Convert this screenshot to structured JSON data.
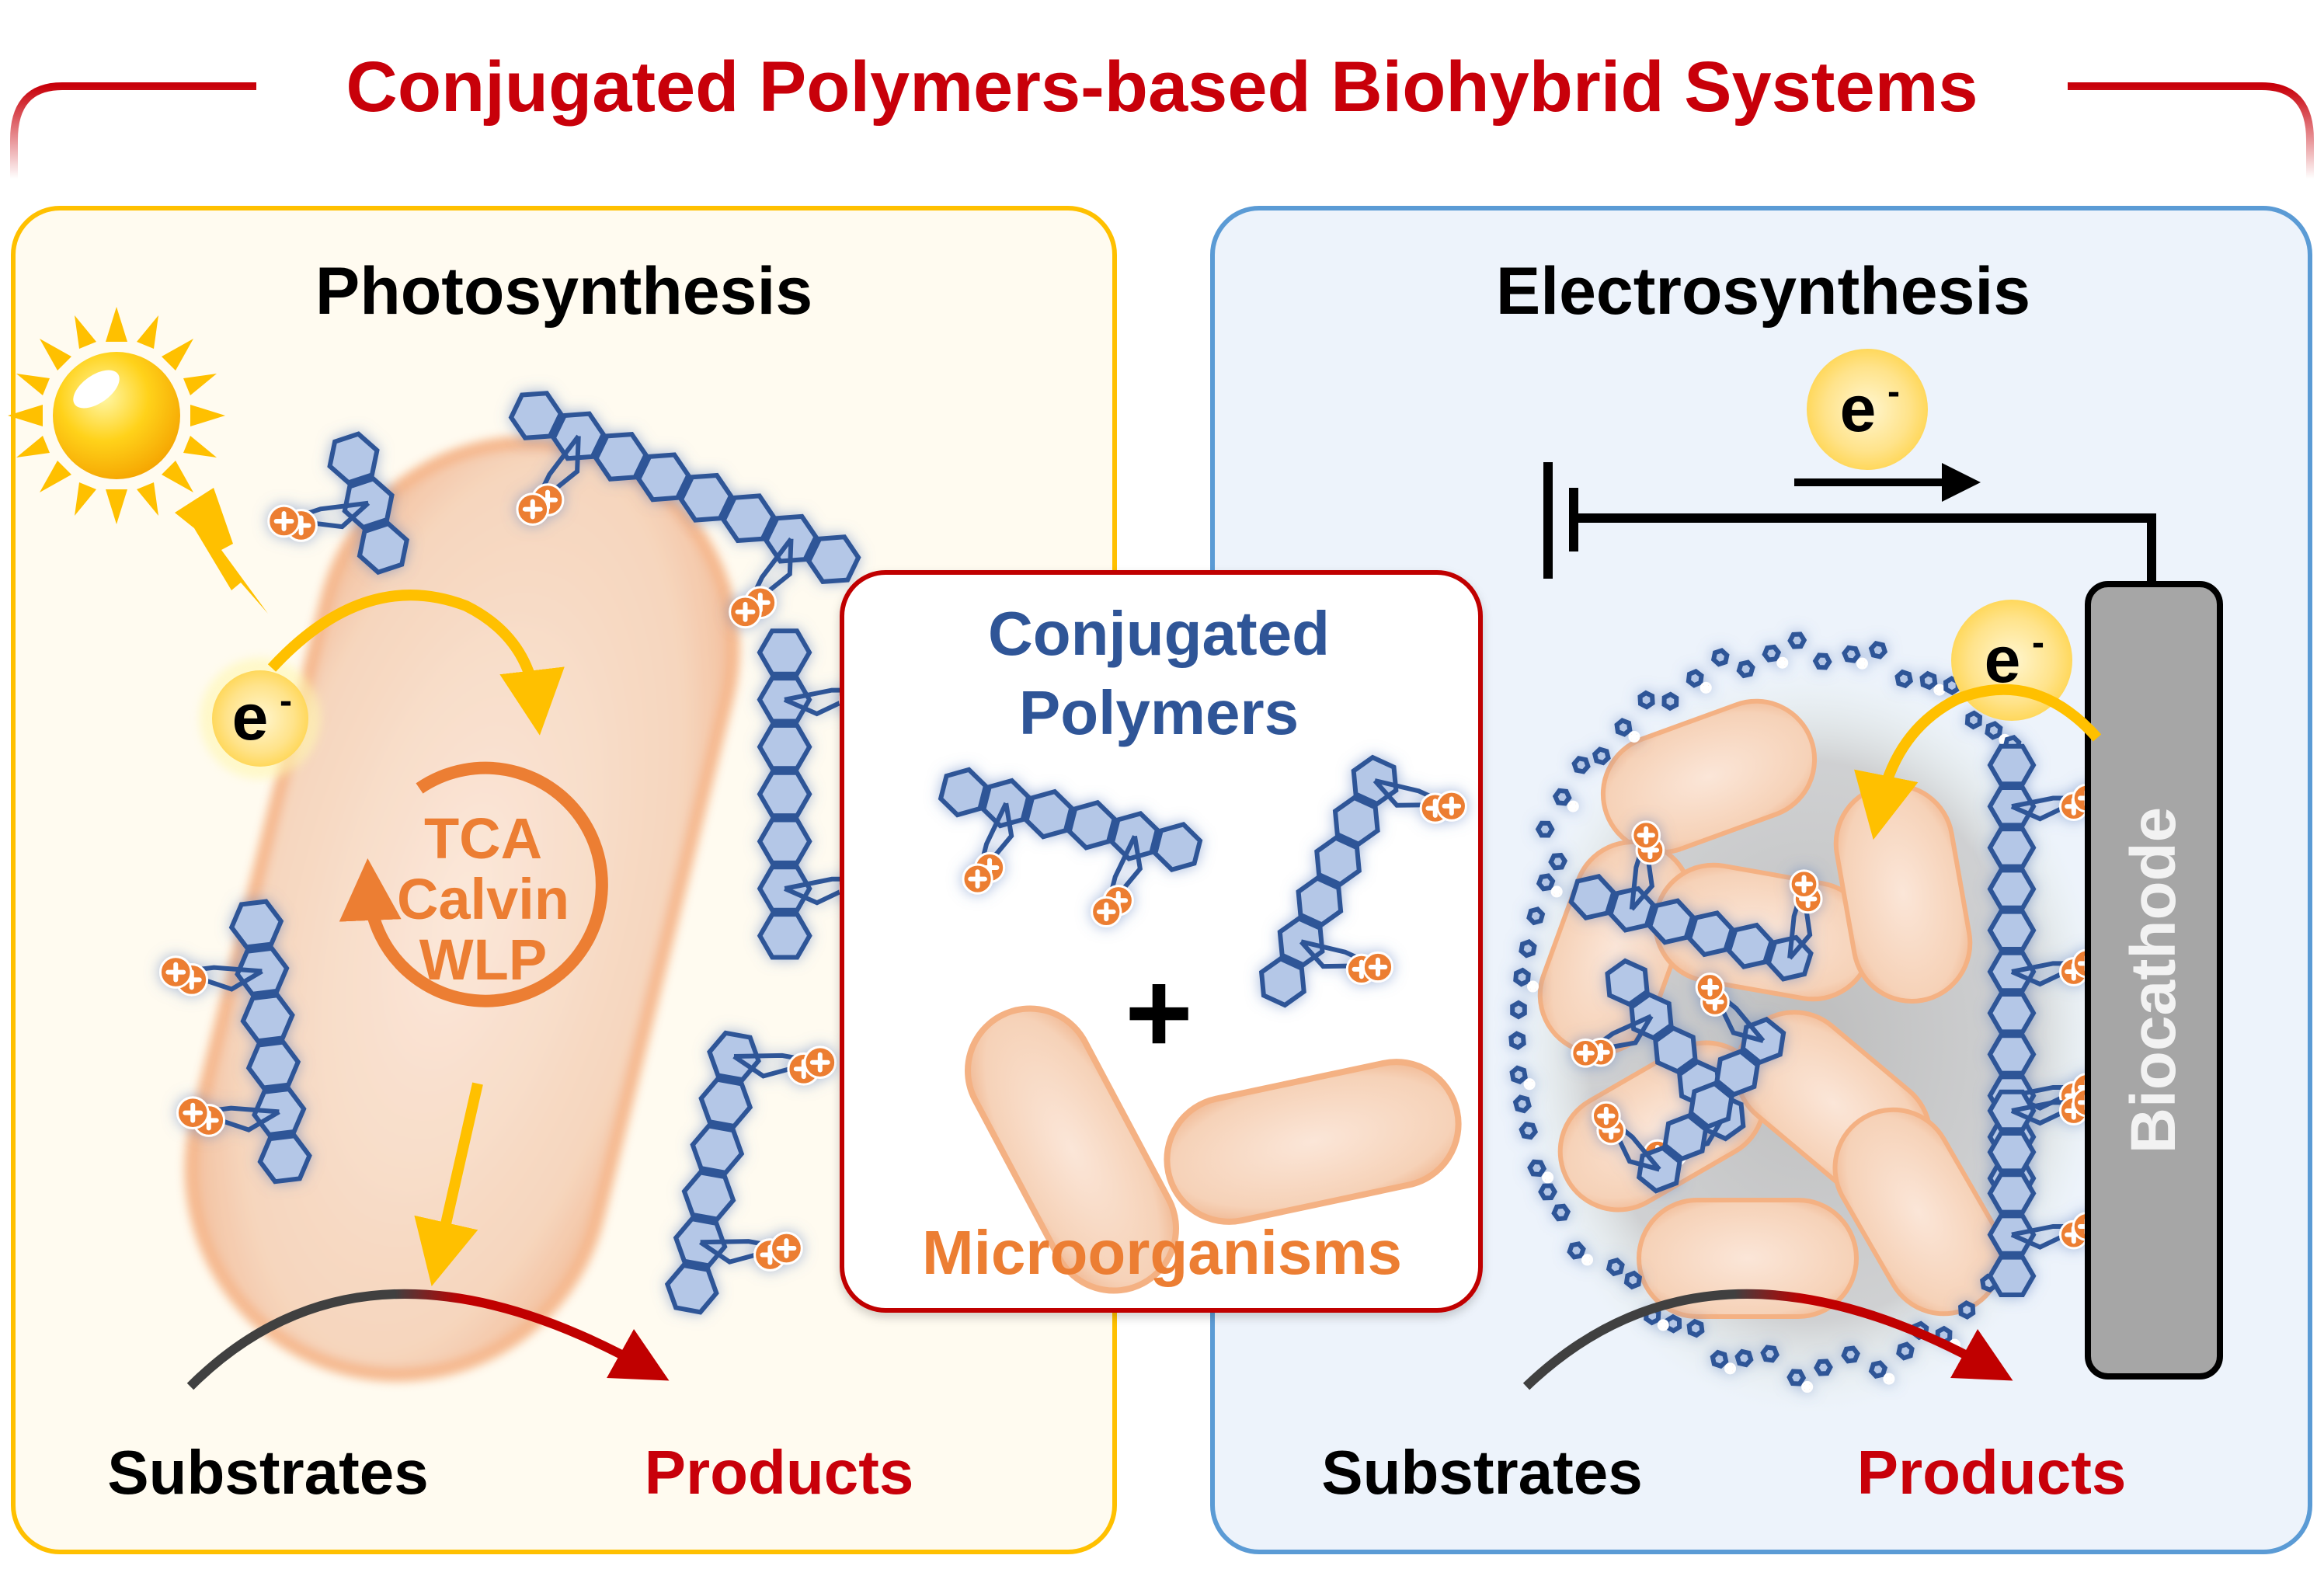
{
  "title": "Conjugated Polymers-based Biohybrid Systems",
  "colors": {
    "title_red": "#c8000a",
    "photo_border": "#ffc000",
    "photo_bg": "#fffbf0",
    "electro_border": "#5b9bd5",
    "electro_bg": "#edf3fb",
    "polymer_blue": "#2f5597",
    "polymer_fill": "#b4c7e7",
    "charge_orange": "#ec7e33",
    "arrow_yellow": "#ffc000",
    "cathode_gray": "#a6a6a6"
  },
  "photosynthesis": {
    "heading": "Photosynthesis",
    "electron": {
      "symbol": "e",
      "charge": "-"
    },
    "cycle_lines": [
      "TCA",
      "Calvin",
      "WLP"
    ],
    "substrates": "Substrates",
    "products": "Products",
    "icons": [
      "sun-icon",
      "lightning-icon",
      "bacterium-icon",
      "polymer-chain-icon",
      "metabolic-cycle-icon"
    ]
  },
  "center": {
    "polymers_line1": "Conjugated",
    "polymers_line2": "Polymers",
    "plus": "+",
    "microorganisms": "Microorganisms"
  },
  "electrosynthesis": {
    "heading": "Electrosynthesis",
    "electron_top": {
      "symbol": "e",
      "charge": "-"
    },
    "electron_cathode": {
      "symbol": "e",
      "charge": "-"
    },
    "electrode_label": "Biocathode",
    "substrates": "Substrates",
    "products": "Products",
    "icons": [
      "battery-icon",
      "wire-icon",
      "biofilm-icon",
      "biocathode-icon"
    ]
  }
}
